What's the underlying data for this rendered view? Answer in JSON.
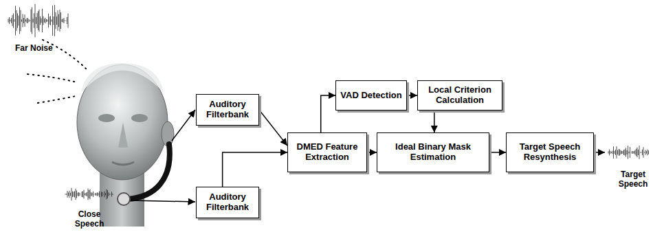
{
  "diagram": {
    "nodes": [
      {
        "text": [
          "Auditory Filterbank"
        ]
      },
      {
        "text": [
          "Auditory Filterbank"
        ]
      },
      {
        "text": [
          "DMED Feature Extraction"
        ]
      },
      {
        "text": [
          "VAD Detection"
        ]
      },
      {
        "text": [
          "Local Criterion Calculation"
        ]
      },
      {
        "text": [
          "Ideal Binary Mask Estimation"
        ]
      },
      {
        "text": [
          "Target Speech Resynthesis"
        ]
      }
    ],
    "edges": [
      {
        "from": 0,
        "to": 2,
        "arrow": "to"
      },
      {
        "from": 1,
        "to": 2,
        "arrow": "to"
      },
      {
        "from": 2,
        "to": 3,
        "arrow": "to"
      },
      {
        "from": 3,
        "to": 4,
        "arrow": "to"
      },
      {
        "from": 4,
        "to": 5,
        "arrow": "to"
      },
      {
        "from": 2,
        "to": 5,
        "arrow": "to"
      },
      {
        "from": 5,
        "to": 6,
        "arrow": "to"
      }
    ],
    "labels": [
      "Far Noise",
      "Close Speech",
      "Target Speech"
    ]
  }
}
